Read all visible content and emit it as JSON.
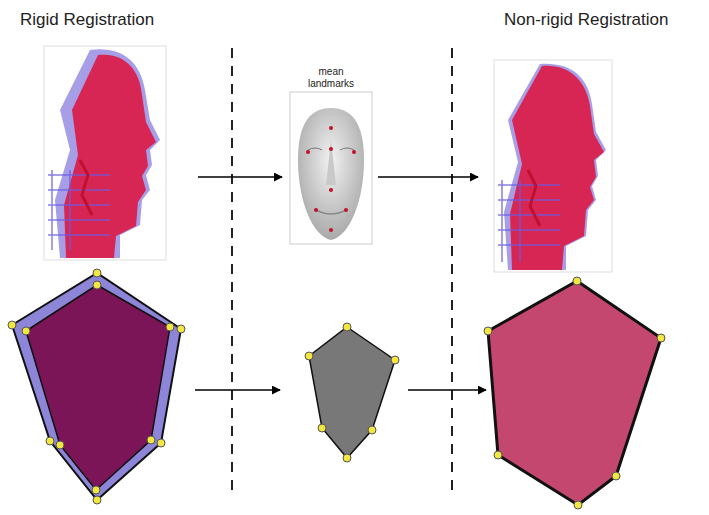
{
  "diagram": {
    "labels": [
      "Rigid Registration",
      "mean landmarks",
      "Non-rigid Registration"
    ]
  }
}
